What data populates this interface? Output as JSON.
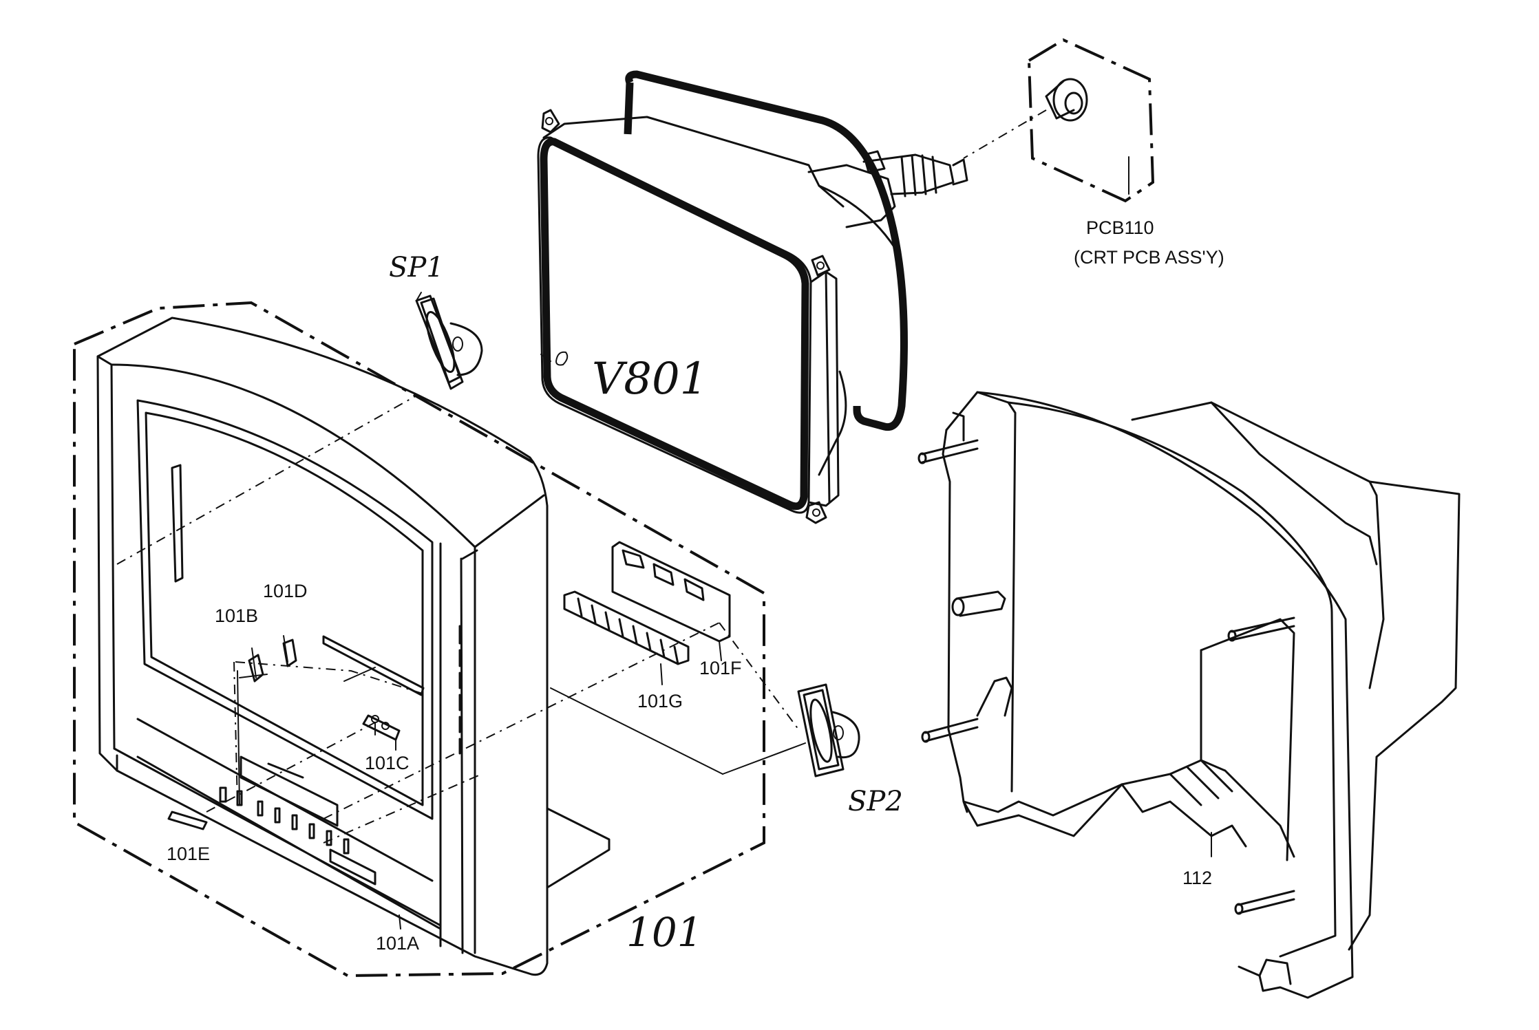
{
  "labels": {
    "pcb_id": "PCB110",
    "pcb_desc": "(CRT PCB ASS'Y)",
    "crt": "V801",
    "sp1": "SP1",
    "sp2": "SP2",
    "assembly": "101",
    "part_101A": "101A",
    "part_101B": "101B",
    "part_101C": "101C",
    "part_101D": "101D",
    "part_101E": "101E",
    "part_101F": "101F",
    "part_101G": "101G",
    "back_cover": "112"
  },
  "icons": {
    "crt_tube": "crt-tube-icon",
    "pcb_board": "pcb-board-icon",
    "speaker_left": "speaker-icon",
    "speaker_right": "speaker-icon",
    "front_cabinet": "tv-front-cabinet-icon",
    "back_cabinet": "tv-back-cover-icon"
  }
}
